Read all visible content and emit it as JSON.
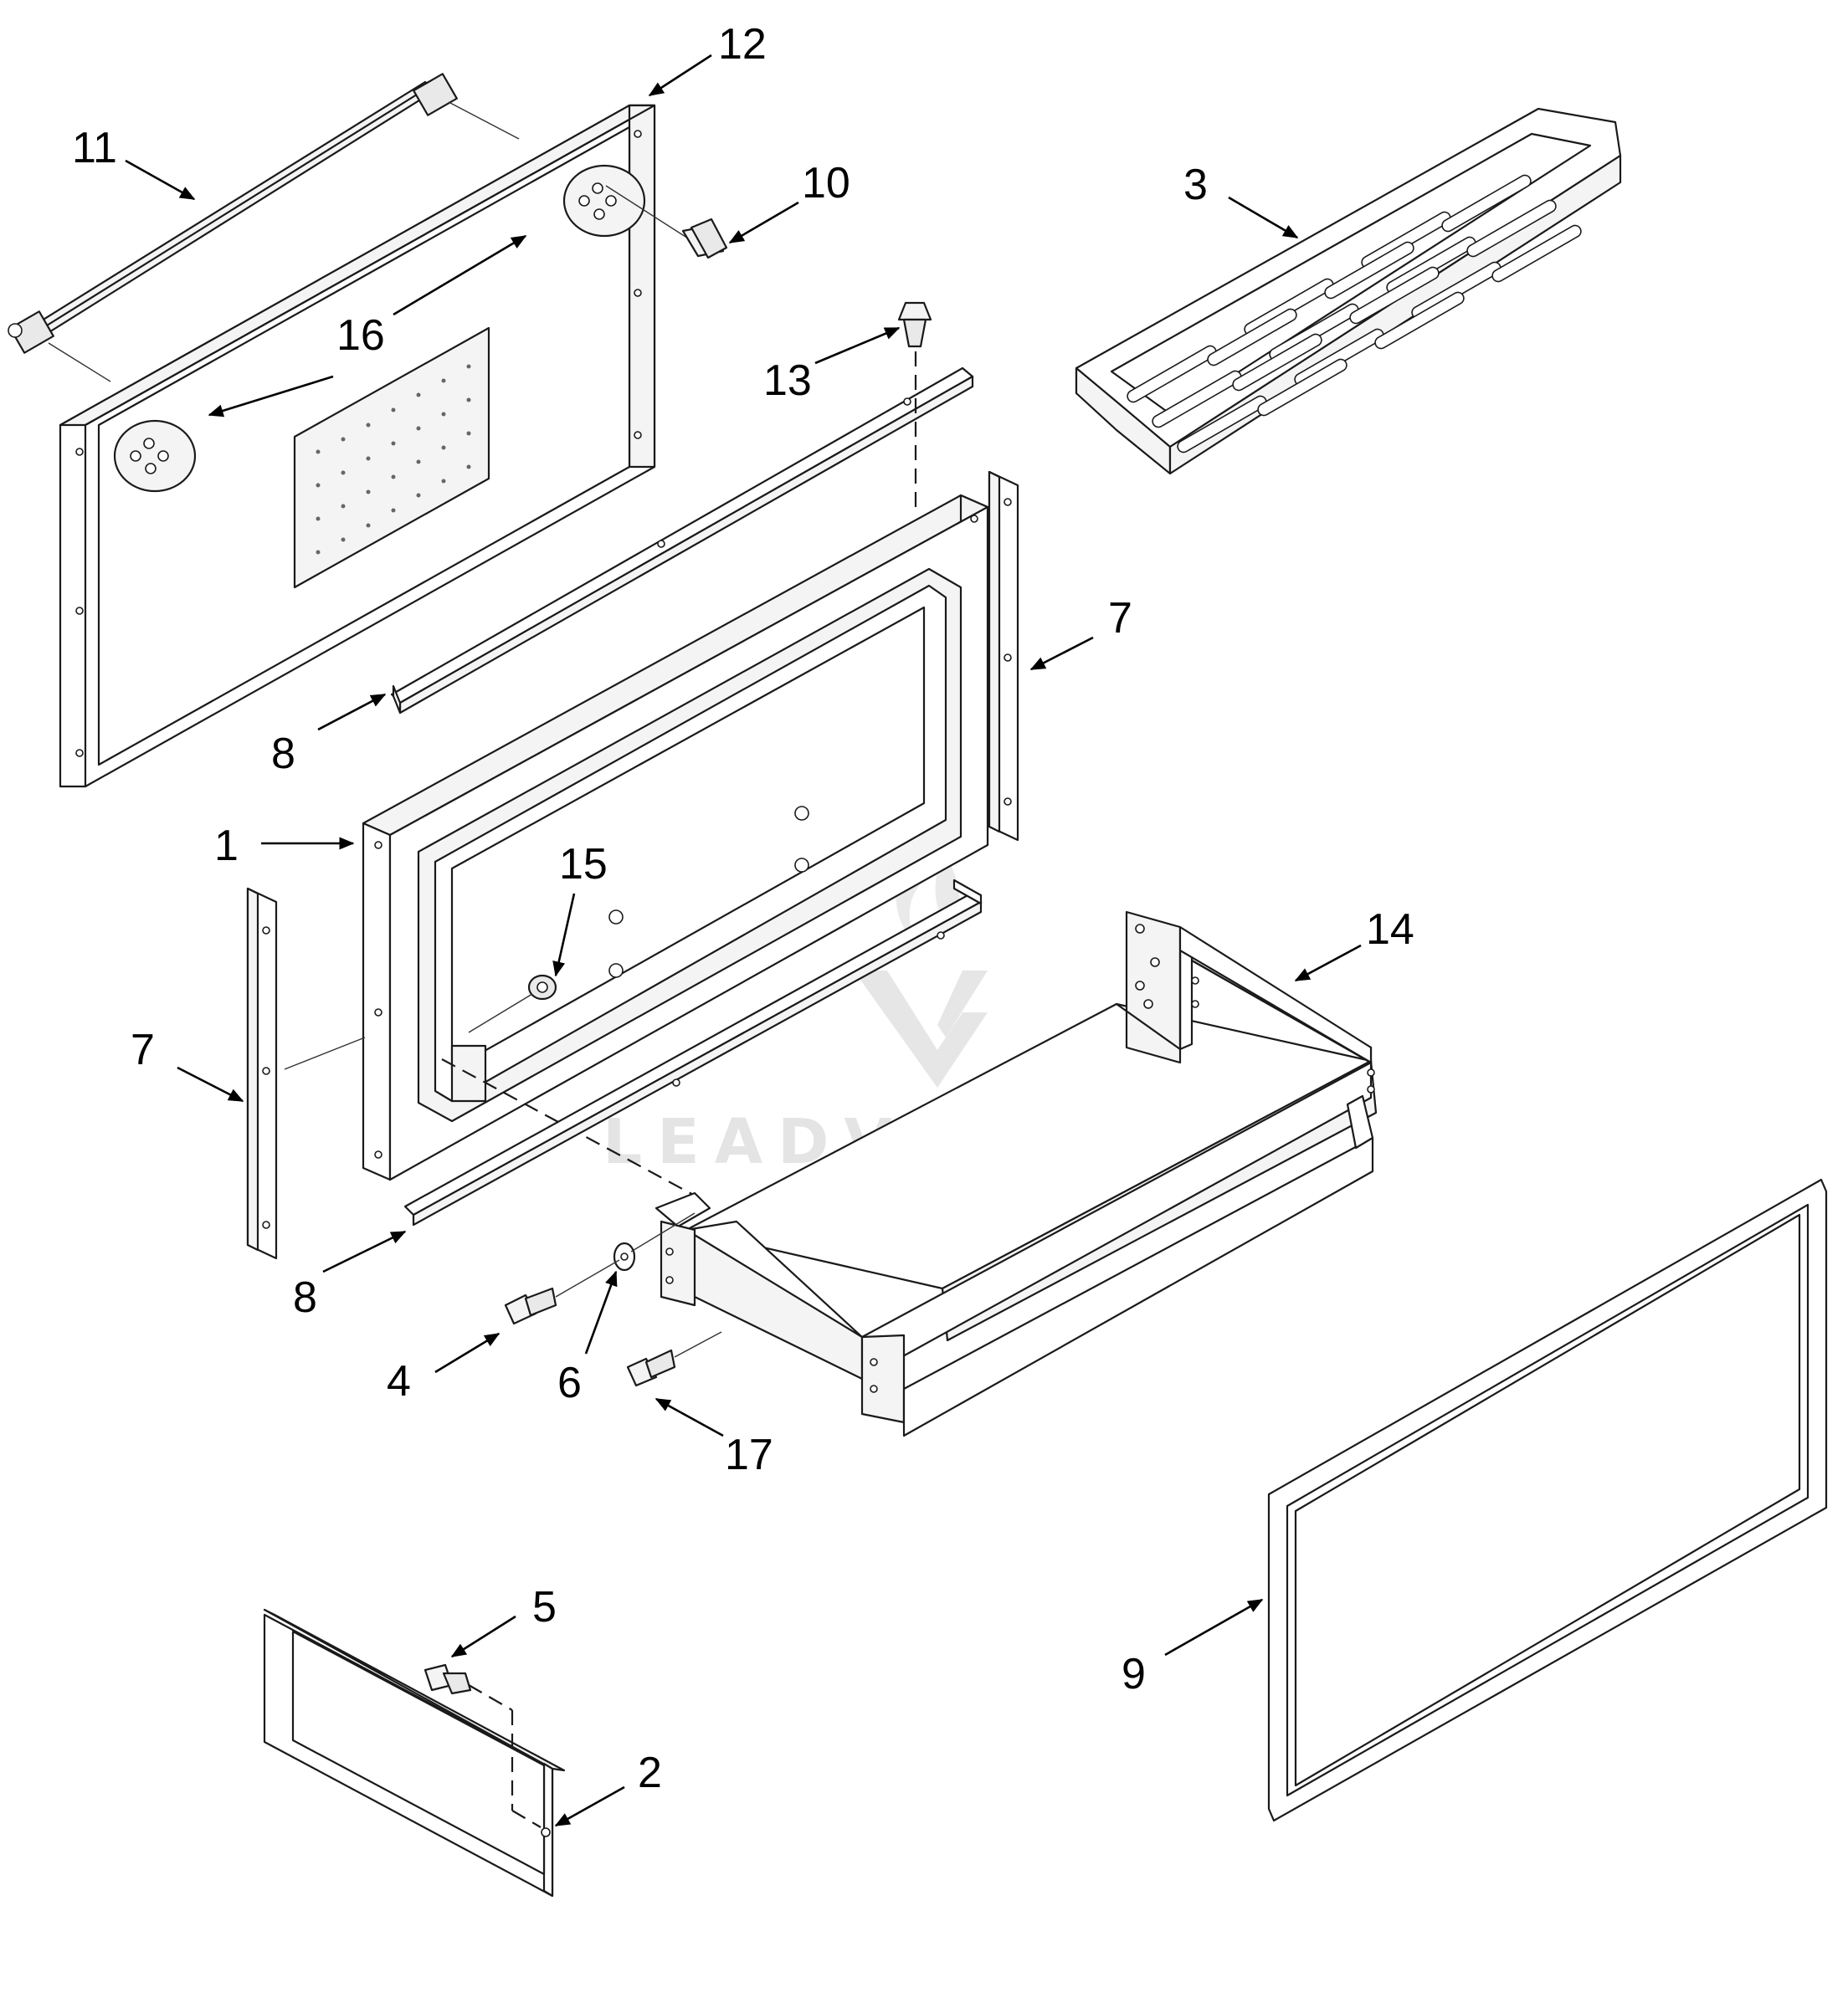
{
  "watermark": {
    "text": "LEADVENTURE"
  },
  "callouts": [
    {
      "id": "1",
      "text": "1"
    },
    {
      "id": "2",
      "text": "2"
    },
    {
      "id": "3",
      "text": "3"
    },
    {
      "id": "4",
      "text": "4"
    },
    {
      "id": "5",
      "text": "5"
    },
    {
      "id": "6",
      "text": "6"
    },
    {
      "id": "7a",
      "text": "7"
    },
    {
      "id": "7b",
      "text": "7"
    },
    {
      "id": "8a",
      "text": "8"
    },
    {
      "id": "8b",
      "text": "8"
    },
    {
      "id": "9",
      "text": "9"
    },
    {
      "id": "10",
      "text": "10"
    },
    {
      "id": "11",
      "text": "11"
    },
    {
      "id": "12",
      "text": "12"
    },
    {
      "id": "13",
      "text": "13"
    },
    {
      "id": "14",
      "text": "14"
    },
    {
      "id": "15",
      "text": "15"
    },
    {
      "id": "16",
      "text": "16"
    },
    {
      "id": "17",
      "text": "17"
    }
  ]
}
